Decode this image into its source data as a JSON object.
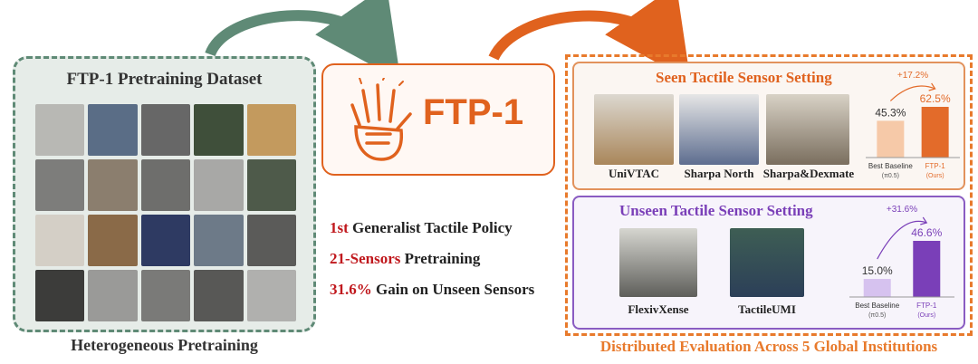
{
  "left": {
    "title": "FTP-1 Pretraining Dataset",
    "caption": "Heterogeneous Pretraining",
    "tile_colors": [
      "#b8b8b4",
      "#5a6d86",
      "#676767",
      "#3f4f3a",
      "#c39a5e",
      "#7d7d7b",
      "#8b7e6e",
      "#6e6e6c",
      "#a8a8a6",
      "#4e5a4a",
      "#d4cfc6",
      "#8a6a48",
      "#2e3a62",
      "#6d7a88",
      "#5b5b59",
      "#3c3c3a",
      "#9a9a98",
      "#7a7a78",
      "#585856",
      "#b0b0ae"
    ]
  },
  "logo": {
    "text": "FTP-1"
  },
  "claims": [
    {
      "highlight": "1st",
      "rest": " Generalist Tactile Policy"
    },
    {
      "highlight": "21-Sensors",
      "rest": " Pretraining"
    },
    {
      "highlight": "31.6%",
      "rest": " Gain on Unseen Sensors"
    }
  ],
  "seen": {
    "title": "Seen Tactile Sensor Setting",
    "photos": [
      "UniVTAC",
      "Sharpa North",
      "Sharpa&Dexmate"
    ],
    "chart_data": {
      "type": "bar",
      "categories": [
        "Best Baseline (π0.5)",
        "FTP-1 (Ours)"
      ],
      "values": [
        45.3,
        62.5
      ],
      "value_labels": [
        "45.3%",
        "62.5%"
      ],
      "gain_label": "+17.2%"
    }
  },
  "unseen": {
    "title": "Unseen Tactile Sensor Setting",
    "photos": [
      "FlexivXense",
      "TactileUMI"
    ],
    "chart_data": {
      "type": "bar",
      "categories": [
        "Best Baseline (π0.5)",
        "FTP-1 (Ours)"
      ],
      "values": [
        15.0,
        46.6
      ],
      "value_labels": [
        "15.0%",
        "46.6%"
      ],
      "gain_label": "+31.6%"
    }
  },
  "right_caption": "Distributed Evaluation Across 5 Global Institutions",
  "bar_labels": {
    "baseline_main": "Best Baseline",
    "baseline_sub": "(π0.5)",
    "ours_main": "FTP-1",
    "ours_sub": "(Ours)"
  },
  "colors": {
    "green": "#5f8a76",
    "orange": "#e0621e",
    "purple": "#7a3fb8",
    "red": "#c0181d"
  }
}
